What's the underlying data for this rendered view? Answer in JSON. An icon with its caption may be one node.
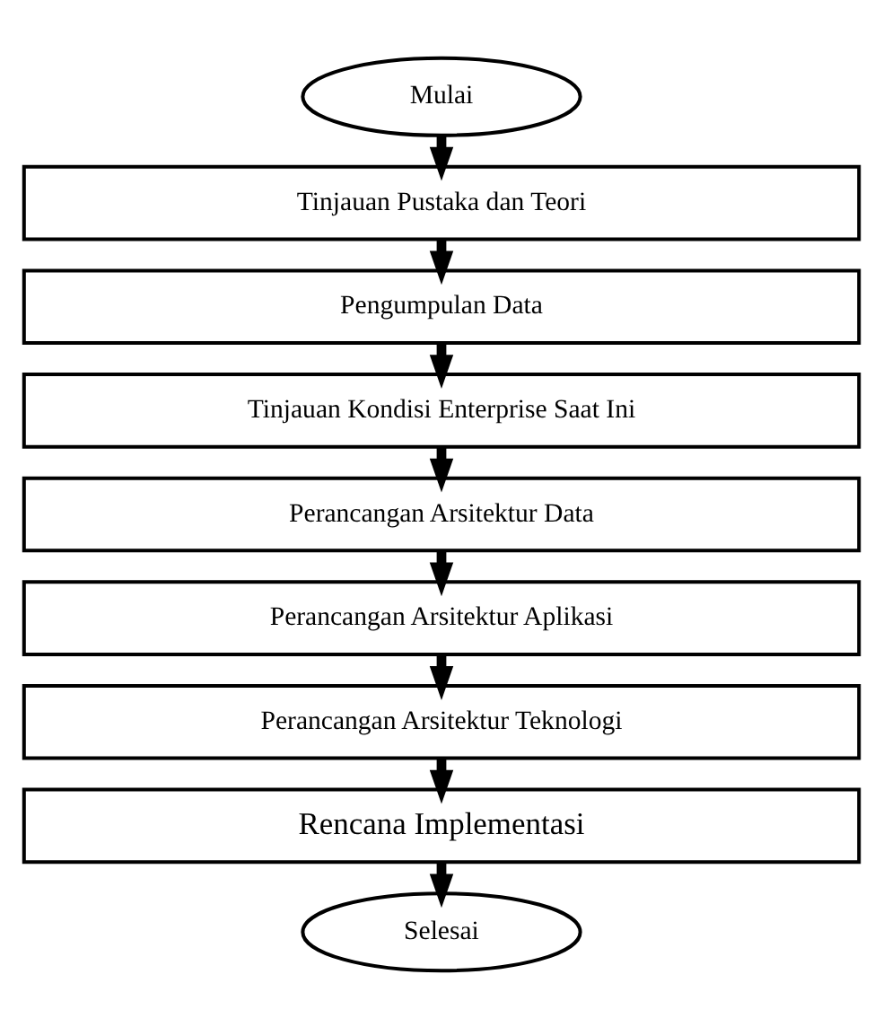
{
  "diagram": {
    "nodes": [
      {
        "text": [
          "Mulai"
        ]
      },
      {
        "text": [
          "Tinjauan Pustaka dan Teori"
        ]
      },
      {
        "text": [
          "Pengumpulan Data"
        ]
      },
      {
        "text": [
          "Tinjauan Kondisi Enterprise Saat Ini"
        ]
      },
      {
        "text": [
          "Perancangan Arsitektur Data"
        ]
      },
      {
        "text": [
          "Perancangan Arsitektur Aplikasi"
        ]
      },
      {
        "text": [
          "Perancangan Arsitektur Teknologi"
        ]
      },
      {
        "text": [
          "Rencana Implementasi"
        ]
      },
      {
        "text": [
          "Selesai"
        ]
      }
    ],
    "edges": [
      {
        "from": 0,
        "to": 1,
        "arrow": "to"
      },
      {
        "from": 1,
        "to": 2,
        "arrow": "to"
      },
      {
        "from": 2,
        "to": 3,
        "arrow": "to"
      },
      {
        "from": 3,
        "to": 4,
        "arrow": "to"
      },
      {
        "from": 4,
        "to": 5,
        "arrow": "to"
      },
      {
        "from": 5,
        "to": 6,
        "arrow": "to"
      },
      {
        "from": 6,
        "to": 7,
        "arrow": "to"
      },
      {
        "from": 7,
        "to": 8,
        "arrow": "to"
      }
    ]
  }
}
